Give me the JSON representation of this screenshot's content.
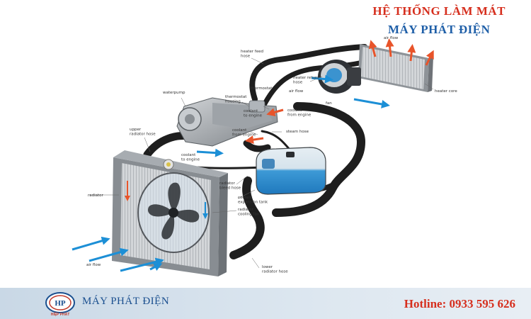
{
  "header": {
    "title_line1": "HỆ THỐNG LÀM MÁT",
    "title_line2": "MÁY PHÁT ĐIỆN"
  },
  "colors": {
    "title_line1": "#d62f1e",
    "title_line2": "#1f5fa8",
    "hotline": "#d62f1e",
    "brand": "#1a4f8f",
    "hose": "#1e1e1e",
    "coolant": "#2a8fd0",
    "hot_arrow": "#e8542a",
    "cool_arrow": "#1c8fd6"
  },
  "diagram": {
    "labels": {
      "heater_feed_hose": [
        "heater feed",
        "hose"
      ],
      "air_flow_top": [
        "air flow"
      ],
      "heater_return_hose": [
        "heater return",
        "hose"
      ],
      "heater_core": [
        "heater core"
      ],
      "waterpump": [
        "waterpump"
      ],
      "thermostat_housing": [
        "thermostat",
        "housing"
      ],
      "thermostat": [
        "thermostat"
      ],
      "air_flow_fan": [
        "air flow"
      ],
      "fan": [
        "fan"
      ],
      "coolant_to_engine_top": [
        "coolant",
        "to engine"
      ],
      "coolant_from_engine_1": [
        "coolant",
        "from engine"
      ],
      "upper_radiator_hose": [
        "upper",
        "radiator hose"
      ],
      "coolant_from_engine_2": [
        "coolant",
        "from engine"
      ],
      "steam_hose": [
        "steam hose"
      ],
      "coolant_to_engine_left": [
        "coolant",
        "to engine"
      ],
      "radiator": [
        "radiator"
      ],
      "radiator_bleed_hose": [
        "radiator",
        "bleed hose"
      ],
      "coolant_expansion_tank": [
        "coolant",
        "expansion tank"
      ],
      "radiator_cooling_fan": [
        "radiator",
        "cooling fan"
      ],
      "air_flow_bottom": [
        "air flow"
      ],
      "lower_radiator_hose": [
        "lower",
        "radiator hose"
      ]
    }
  },
  "footer": {
    "logo_letters": "HP",
    "logo_subtitle": "HIỆP PHÁT",
    "brand": "MÁY PHÁT ĐIỆN",
    "hotline": "Hotline: 0933 595 626"
  }
}
